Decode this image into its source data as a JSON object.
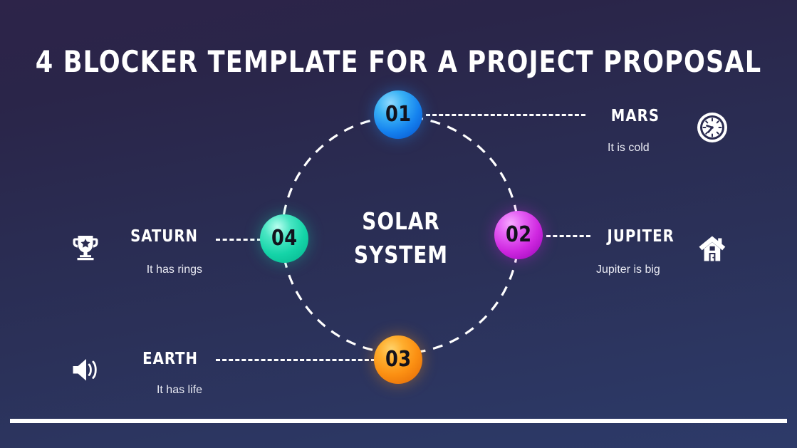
{
  "slide": {
    "title": "4 BLOCKER TEMPLATE FOR A PROJECT PROPOSAL",
    "center_line1": "SOLAR",
    "center_line2": "SYSTEM",
    "background_top_color": "#2d2449",
    "background_bottom_color": "#2d3a69",
    "rule_color": "#ffffff"
  },
  "nodes": [
    {
      "number": "01",
      "title": "MARS",
      "description": "It is cold",
      "icon": "clock-icon",
      "side": "right",
      "color": "#1582ef"
    },
    {
      "number": "02",
      "title": "JUPITER",
      "description": "Jupiter is big",
      "icon": "house-icon",
      "side": "right",
      "color": "#cf28e0"
    },
    {
      "number": "03",
      "title": "EARTH",
      "description": "It has life",
      "icon": "speaker-icon",
      "side": "left",
      "color": "#fb8f12"
    },
    {
      "number": "04",
      "title": "SATURN",
      "description": "It has rings",
      "icon": "trophy-icon",
      "side": "left",
      "color": "#15d4a8"
    }
  ]
}
